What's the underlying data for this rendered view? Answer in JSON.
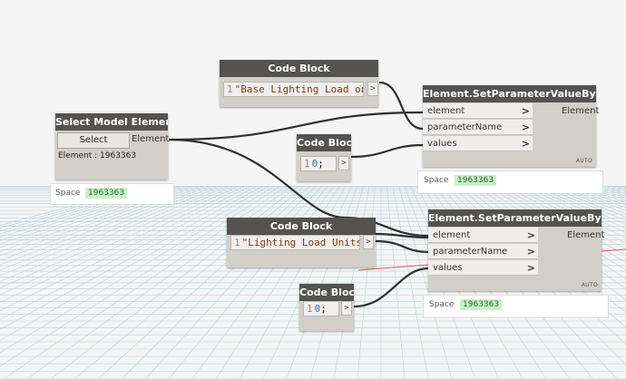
{
  "nodes": {
    "code_block_1": {
      "title": "Code Block",
      "line_no": "1",
      "code": "\"Base Lighting Load on\"",
      "semicolon": ";",
      "out_port": ">"
    },
    "select_model_element": {
      "title": "Select Model Element",
      "select_label": "Select",
      "out_label": "Element",
      "info": "Element : 1963363",
      "preview_key": "Space",
      "preview_value": "1963363"
    },
    "code_block_2": {
      "title": "Code Block",
      "line_no": "1",
      "code": "0",
      "semicolon": ";",
      "out_port": ">"
    },
    "set_param_1": {
      "title": "Element.SetParameterValueByName",
      "inputs": [
        "element",
        "parameterName",
        "values"
      ],
      "chevron": ">",
      "output": "Element",
      "lacing": "AUTO",
      "preview_key": "Space",
      "preview_value": "1963363"
    },
    "code_block_3": {
      "title": "Code Block",
      "line_no": "1",
      "code": "\"Lighting Load Units\"",
      "semicolon": ";",
      "out_port": ">"
    },
    "code_block_4": {
      "title": "Code Block",
      "line_no": "1",
      "code": "0",
      "semicolon": ";",
      "out_port": ">"
    },
    "set_param_2": {
      "title": "Element.SetParameterValueByName",
      "inputs": [
        "element",
        "parameterName",
        "values"
      ],
      "chevron": ">",
      "output": "Element",
      "lacing": "AUTO",
      "preview_key": "Space",
      "preview_value": "1963363"
    }
  },
  "colors": {
    "background": "#f5f5f5",
    "grid": "#b7d3dc",
    "node_body": "#d2cfca",
    "node_header": "#545351",
    "wire": "#2f2f2f",
    "preview_badge": "#c9f0c9"
  }
}
